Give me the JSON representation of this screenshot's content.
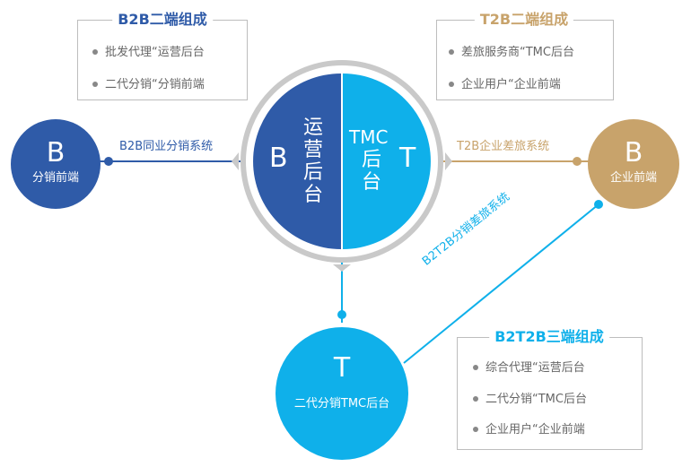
{
  "colors": {
    "dark_blue": "#2f5ba8",
    "cyan": "#0fb0ea",
    "gold": "#c8a36b",
    "ring_gray": "#c9c9c9"
  },
  "panels": {
    "b2b": {
      "title": "B2B二端组成",
      "items": [
        "批发代理“运营后台",
        "二代分销“分销前端"
      ]
    },
    "t2b": {
      "title": "T2B二端组成",
      "items": [
        "差旅服务商“TMC后台",
        "企业用户“企业前端"
      ]
    },
    "b2t2b": {
      "title": "B2T2B三端组成",
      "items": [
        "综合代理“运营后台",
        "二代分销“TMC后台",
        "企业用户“企业前端"
      ]
    }
  },
  "nodes": {
    "left": {
      "letter": "B",
      "label": "分销前端"
    },
    "right": {
      "letter": "B",
      "label": "企业前端"
    },
    "bottom": {
      "letter": "T",
      "label": "二代分销TMC后台"
    }
  },
  "center": {
    "left_letter": "B",
    "left_label": [
      "运",
      "营",
      "后",
      "台"
    ],
    "right_top": "TMC",
    "right_label": [
      "后",
      "台"
    ],
    "right_letter": "T"
  },
  "links": {
    "left": "B2B同业分销系统",
    "right": "T2B企业差旅系统",
    "diagonal": "B2T2B分销差旅系统"
  }
}
